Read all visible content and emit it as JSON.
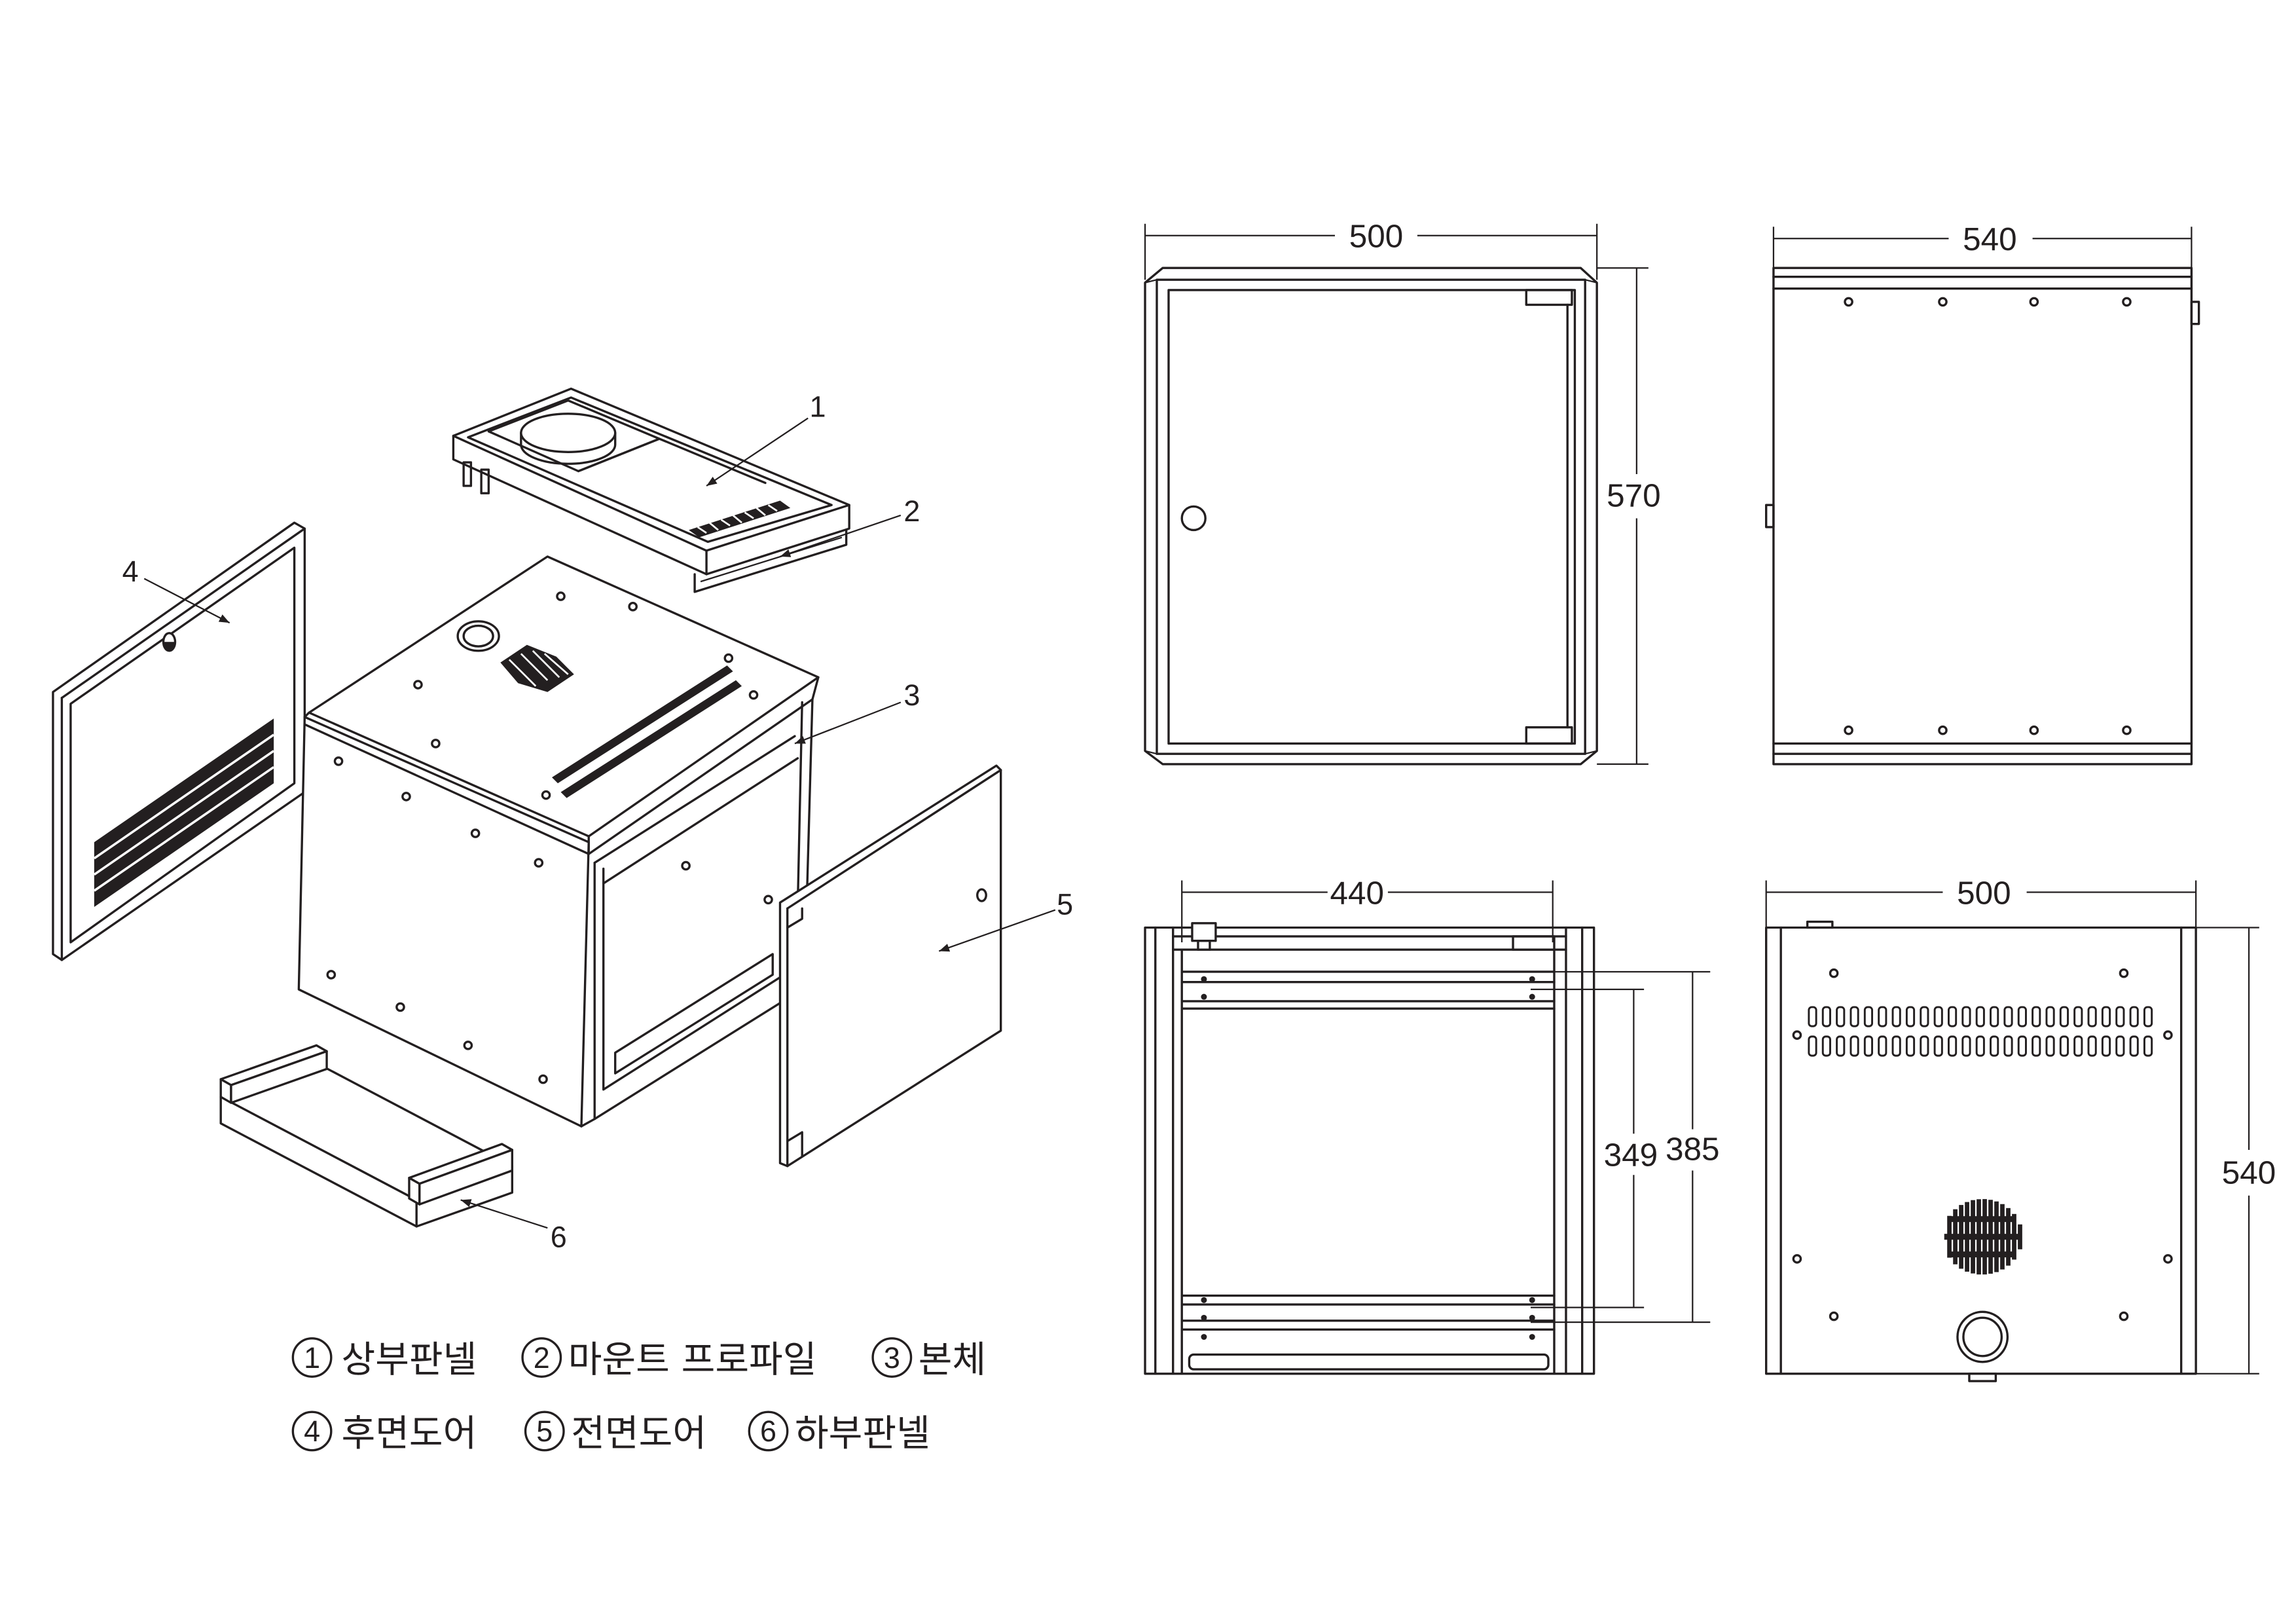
{
  "exploded_view": {
    "callouts": [
      "1",
      "2",
      "3",
      "4",
      "5",
      "6"
    ]
  },
  "legend": [
    {
      "num": "1",
      "label": "상부판넬"
    },
    {
      "num": "2",
      "label": "마운트 프로파일"
    },
    {
      "num": "3",
      "label": "본체"
    },
    {
      "num": "4",
      "label": "후면도어"
    },
    {
      "num": "5",
      "label": "전면도어"
    },
    {
      "num": "6",
      "label": "하부판넬"
    }
  ],
  "dimensions": {
    "front_view": {
      "width": "500",
      "height": "570"
    },
    "side_view": {
      "depth": "540"
    },
    "top_view": {
      "width": "440",
      "inner_a": "349",
      "inner_b": "385"
    },
    "bottom_view": {
      "width": "500",
      "depth": "540"
    }
  },
  "colors": {
    "line": "#231f20",
    "background": "#ffffff"
  }
}
